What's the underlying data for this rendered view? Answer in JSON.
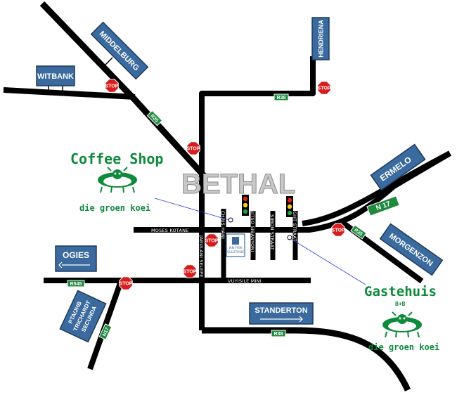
{
  "town": "BETHAL",
  "signs": {
    "middelburg": "MIDDELBURG",
    "witbank": "WITBANK",
    "hendriena": "HENDRIENA",
    "ermelo": "ERMELO",
    "morgenzon": "MORGENZON",
    "ogies": "OGIES",
    "standerton": "STANDERTON",
    "ptajhb_1": "PTA/JHB",
    "ptajhb_2": "TRICHARDT",
    "ptajhb_3": "SECUNDA"
  },
  "routes": {
    "r35_north": "R35",
    "r38_north": "R38",
    "n17_east": "N 17",
    "r35_east": "R35",
    "r545": "R545",
    "n17_west": "N17",
    "r38_south": "R38"
  },
  "stop_label": "STOP",
  "streets": {
    "moses_kotane": "MOSES KOTANE",
    "chris_hani": "CHRIS HANI",
    "isibitso": "ISIBITSO SIBANYONI",
    "simon": "SIMON STRAAT",
    "wight": "WIGHT STRAAT",
    "jabulani": "JABULANI SELEPE",
    "vuyisile": "VUYISILE MINI"
  },
  "fuel_station": {
    "line1": "JAN FRIK",
    "line2": "VULSTASIE"
  },
  "coffee_shop": {
    "title": "Coffee Shop",
    "subtitle": "die groen koei"
  },
  "gastehuis": {
    "title": "Gastehuis",
    "bb": "B+B",
    "subtitle": "die groen koei"
  },
  "colors": {
    "sign_blue": "#3a6a9e",
    "route_green": "#1f8a3c",
    "stop_red": "#d81c1c",
    "brand_green": "#0e8a3c"
  }
}
